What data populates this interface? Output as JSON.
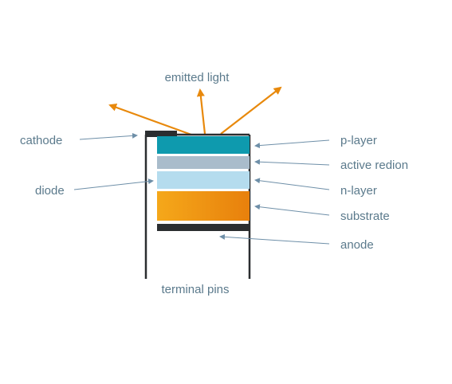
{
  "colors": {
    "label_text": "#5b7a8c",
    "leader_line": "#6e8fa8",
    "light_arrow": "#e8890c",
    "frame": "#2b2e30",
    "p_layer": "#0e9aae",
    "active_region": "#a9bccb",
    "n_layer": "#b5dcee",
    "substrate_start": "#f5a81a",
    "substrate_end": "#e8800c",
    "anode_bar": "#2b2e30"
  },
  "labels": {
    "emitted_light": "emitted light",
    "cathode": "cathode",
    "diode": "diode",
    "p_layer": "p-layer",
    "active_region": "active redion",
    "n_layer": "n-layer",
    "substrate": "substrate",
    "anode": "anode",
    "terminal_pins": "terminal pins"
  }
}
